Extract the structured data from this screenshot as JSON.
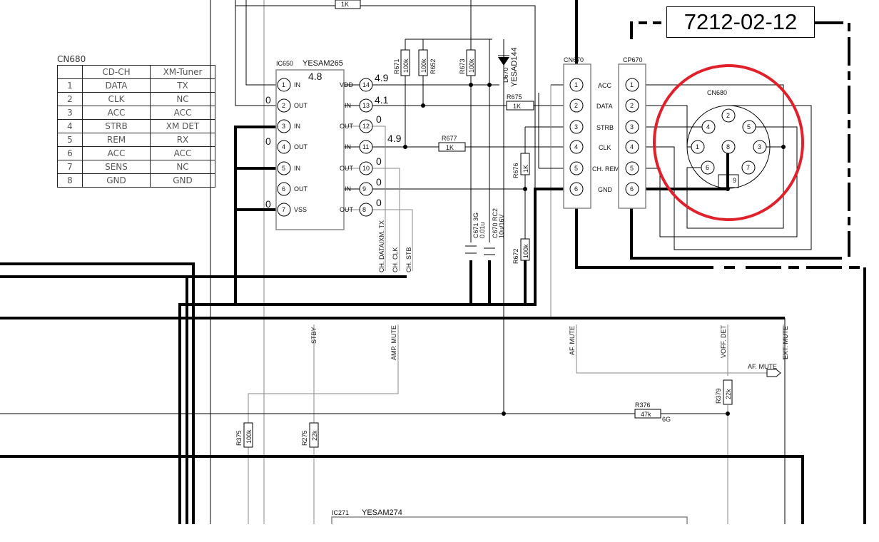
{
  "label_badge": "7212-02-12",
  "cn680_table": {
    "title": "CN680",
    "headers": [
      "",
      "CD-CH",
      "XM-Tuner"
    ],
    "rows": [
      [
        "1",
        "DATA",
        "TX"
      ],
      [
        "2",
        "CLK",
        "NC"
      ],
      [
        "3",
        "ACC",
        "ACC"
      ],
      [
        "4",
        "STRB",
        "XM DET"
      ],
      [
        "5",
        "REM",
        "RX"
      ],
      [
        "6",
        "ACC",
        "ACC"
      ],
      [
        "7",
        "SENS",
        "NC"
      ],
      [
        "8",
        "GND",
        "GND"
      ]
    ]
  },
  "ic650": {
    "ref": "IC650",
    "part": "YESAM265",
    "left_pins": [
      {
        "num": "1",
        "name": "IN",
        "voltage": "4.8"
      },
      {
        "num": "2",
        "name": "OUT",
        "voltage": "0"
      },
      {
        "num": "3",
        "name": "IN",
        "voltage": ""
      },
      {
        "num": "4",
        "name": "OUT",
        "voltage": "0"
      },
      {
        "num": "5",
        "name": "IN",
        "voltage": ""
      },
      {
        "num": "6",
        "name": "OUT",
        "voltage": ""
      },
      {
        "num": "7",
        "name": "VSS",
        "voltage": "0"
      }
    ],
    "right_pins": [
      {
        "num": "14",
        "name": "VDD",
        "voltage": "4.9"
      },
      {
        "num": "13",
        "name": "IN",
        "voltage": "4.1"
      },
      {
        "num": "12",
        "name": "OUT",
        "voltage": "0"
      },
      {
        "num": "11",
        "name": "IN",
        "voltage": "4.9"
      },
      {
        "num": "10",
        "name": "OUT",
        "voltage": "0"
      },
      {
        "num": "9",
        "name": "IN",
        "voltage": "0"
      },
      {
        "num": "8",
        "name": "OUT",
        "voltage": "0"
      }
    ]
  },
  "ic271": {
    "ref": "IC271",
    "part": "YESAM274"
  },
  "resistors": {
    "top": "1K",
    "r671": {
      "ref": "R671",
      "value": "100k"
    },
    "r652": {
      "ref": "R652",
      "value": "100k"
    },
    "r673": {
      "ref": "R673",
      "value": "100k"
    },
    "r675": {
      "ref": "R675",
      "value": "1K"
    },
    "r677": {
      "ref": "R677",
      "value": "1K"
    },
    "r676": {
      "ref": "R676",
      "value": "1K"
    },
    "r672": {
      "ref": "R672",
      "value": "100k"
    },
    "r375": {
      "ref": "R375",
      "value": "100k"
    },
    "r275": {
      "ref": "R275",
      "value": "22k"
    },
    "r376": {
      "ref": "R376",
      "value": "47k",
      "note": "6G"
    },
    "r379": {
      "ref": "R379",
      "value": "22k"
    }
  },
  "diode": {
    "ref": "D670",
    "part": "YESAD144"
  },
  "capacitors": {
    "c671": {
      "ref": "C671 3G",
      "value": "0.01u"
    },
    "c670": {
      "ref": "C670 RC2",
      "value": "10u/16V"
    }
  },
  "pin_numbers": {
    "one": "1",
    "two": "2"
  },
  "cn670": {
    "ref": "CN670",
    "pins": [
      "1",
      "2",
      "3",
      "4",
      "5",
      "6"
    ]
  },
  "cp670": {
    "ref": "CP670",
    "pins": [
      "1",
      "2",
      "3",
      "4",
      "5",
      "6"
    ],
    "signals": [
      "ACC",
      "DATA",
      "STRB",
      "CLK",
      "CH. REM",
      "GND"
    ]
  },
  "cn680_connector": {
    "ref": "CN680",
    "pins": [
      "1",
      "2",
      "3",
      "4",
      "5",
      "6",
      "7",
      "8",
      "9"
    ]
  },
  "bus_labels": {
    "ch_data": "CH. DATA/XM. TX",
    "ch_clk": "CH. CLK",
    "ch_stb": "CH. STB",
    "stby": "STBY",
    "amp_mute": "AMP. MUTE",
    "af_mute": "AF. MUTE",
    "voff_det": "VOFF. DET",
    "ext_mute": "EXT. MUTE",
    "af_mute_port": "AF. MUTE"
  },
  "colors": {
    "highlight_circle": "#e0202a"
  }
}
